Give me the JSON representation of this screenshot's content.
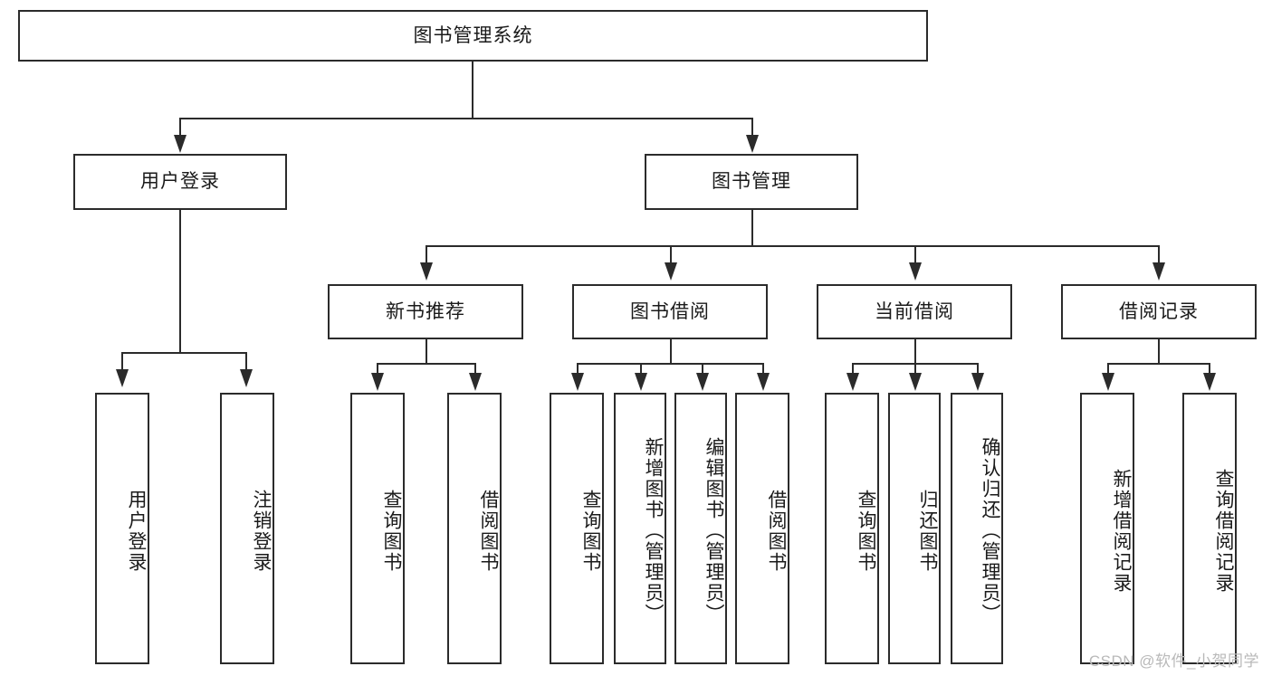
{
  "diagram": {
    "title": "图书管理系统",
    "type": "tree",
    "root": {
      "label": "图书管理系统"
    },
    "level2": [
      {
        "label": "用户登录"
      },
      {
        "label": "图书管理"
      }
    ],
    "level3": [
      {
        "label": "新书推荐"
      },
      {
        "label": "图书借阅"
      },
      {
        "label": "当前借阅"
      },
      {
        "label": "借阅记录"
      }
    ],
    "leaves": {
      "user_login": [
        {
          "label": "用户登录"
        },
        {
          "label": "注销登录"
        }
      ],
      "new_book_recommend": [
        {
          "label": "查询图书"
        },
        {
          "label": "借阅图书"
        }
      ],
      "book_borrow": [
        {
          "label": "查询图书"
        },
        {
          "label": "新增图书（管理员）"
        },
        {
          "label": "编辑图书（管理员）"
        },
        {
          "label": "借阅图书"
        }
      ],
      "current_borrow": [
        {
          "label": "查询图书"
        },
        {
          "label": "归还图书"
        },
        {
          "label": "确认归还（管理员）"
        }
      ],
      "borrow_record": [
        {
          "label": "新增借阅记录"
        },
        {
          "label": "查询借阅记录"
        }
      ]
    }
  },
  "watermark": {
    "text": "CSDN @软件_小贺同学"
  },
  "colors": {
    "stroke": "#2b2b2b",
    "background": "#ffffff",
    "text": "#1a1a1a",
    "watermark": "#b9b9b9"
  }
}
